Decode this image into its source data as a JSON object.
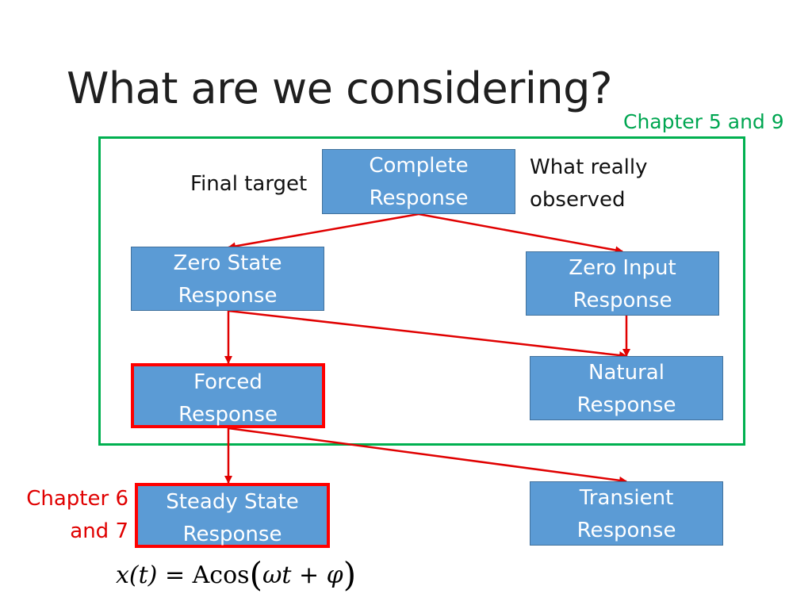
{
  "title": "What are we considering?",
  "notes": {
    "chapter_top": "Chapter 5 and 9",
    "chapter_left": [
      "Chapter 6",
      "and 7"
    ],
    "final_target": "Final target",
    "really_observed": [
      "What really",
      "observed"
    ]
  },
  "nodes": {
    "complete": [
      "Complete",
      "Response"
    ],
    "zero_state": [
      "Zero State",
      "Response"
    ],
    "zero_input": [
      "Zero Input",
      "Response"
    ],
    "forced": [
      "Forced",
      "Response"
    ],
    "natural": [
      "Natural",
      "Response"
    ],
    "steady_state": [
      "Steady State",
      "Response"
    ],
    "transient": [
      "Transient",
      "Response"
    ]
  },
  "formula": {
    "lhs": "x(t)",
    "equals": "=",
    "amplitude": "A",
    "func": "cos",
    "open": "(",
    "arg": "ωt + φ",
    "close": ")"
  },
  "colors": {
    "box_fill": "#5b9bd5",
    "box_border": "#41719c",
    "arrow": "#e00000",
    "highlight_border": "#ff0000",
    "frame": "#00b050",
    "chapter_top": "#00a651",
    "chapter_left": "#e00000"
  }
}
